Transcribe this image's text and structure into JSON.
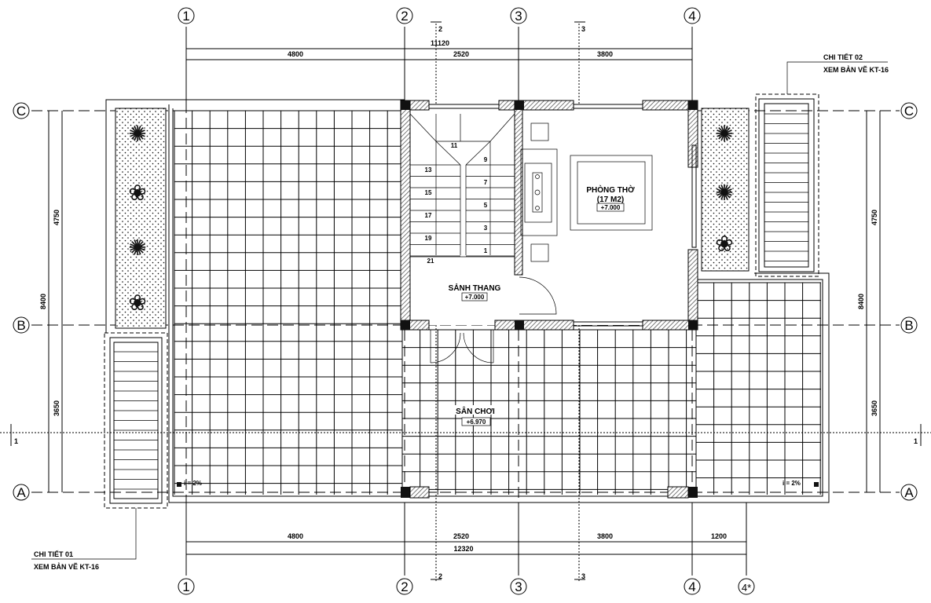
{
  "axes": {
    "vertical": [
      "1",
      "2",
      "3",
      "4"
    ],
    "vertical_extra": "4*",
    "horizontal": [
      "C",
      "B",
      "A"
    ]
  },
  "dimensions": {
    "top_total": "11120",
    "top_segments": [
      "4800",
      "2520",
      "3800"
    ],
    "bottom_segments": [
      "4800",
      "2520",
      "3800",
      "1200"
    ],
    "bottom_total": "12320",
    "left_total": "8400",
    "left_segments": [
      "4750",
      "3650"
    ],
    "right_total": "8400",
    "right_segments": [
      "4750",
      "3650"
    ]
  },
  "sections": {
    "s1": "1",
    "s2": "2",
    "s3": "3"
  },
  "rooms": {
    "worship": {
      "name": "PHÒNG THỜ",
      "area": "(17 M2)",
      "elevation": "+7.000"
    },
    "stair_lobby": {
      "name": "SẢNH THANG",
      "elevation": "+7.000"
    },
    "play_yard": {
      "name": "SÂN CHƠI",
      "elevation": "+6.970"
    }
  },
  "stairs": {
    "left_steps": [
      "13",
      "15",
      "17",
      "19",
      "21"
    ],
    "right_steps": [
      "11",
      "9",
      "7",
      "5",
      "3",
      "1"
    ]
  },
  "slopes": {
    "left": "i = 2%",
    "right": "i = 2%"
  },
  "notes": {
    "detail01_title": "CHI TIẾT 01",
    "detail01_ref": "XEM BẢN VẼ KT-16",
    "detail02_title": "CHI TIẾT 02",
    "detail02_ref": "XEM BẢN VẼ KT-16"
  }
}
